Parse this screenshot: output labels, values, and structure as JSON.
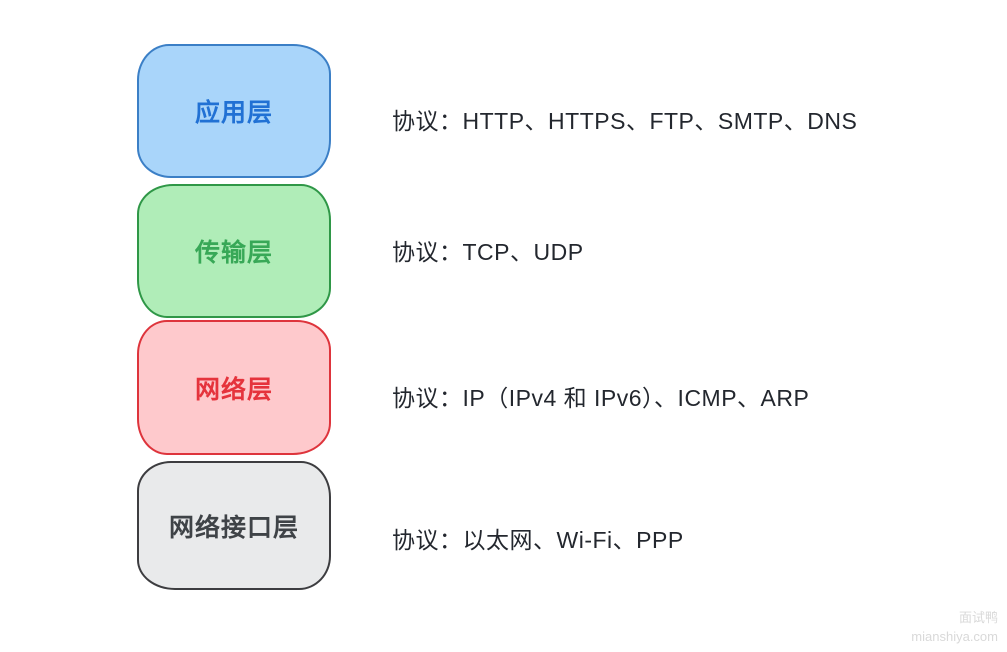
{
  "diagram": {
    "layers": [
      {
        "name": "应用层",
        "protocols": "协议：HTTP、HTTPS、FTP、SMTP、DNS",
        "fill": "#a9d5fa",
        "border": "#3b7fc6",
        "label_color": "#2171d4"
      },
      {
        "name": "传输层",
        "protocols": "协议：TCP、UDP",
        "fill": "#b0edb8",
        "border": "#2f9747",
        "label_color": "#38a857"
      },
      {
        "name": "网络层",
        "protocols": "协议：IP（IPv4 和 IPv6）、ICMP、ARP",
        "fill": "#fec9cc",
        "border": "#de343c",
        "label_color": "#e5333c"
      },
      {
        "name": "网络接口层",
        "protocols": "协议：以太网、Wi-Fi、PPP",
        "fill": "#e9eaeb",
        "border": "#3d3d40",
        "label_color": "#3f4347"
      }
    ],
    "protocol_text_color": "#23272e"
  },
  "watermark": {
    "brand": "面试鸭",
    "site": "mianshiya.com",
    "color": "#d9d9d9"
  }
}
